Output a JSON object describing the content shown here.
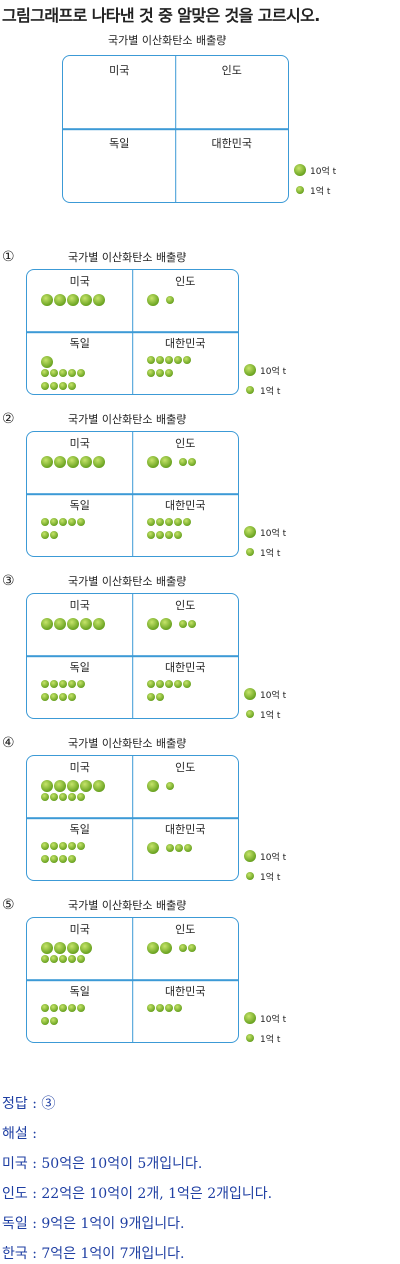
{
  "question": "그림그래프로 나타낸 것 중 알맞은 것을 고르시오.",
  "chart_title": "국가별 이산화탄소 배출량",
  "labels": {
    "usa": "미국",
    "india": "인도",
    "germany": "독일",
    "korea": "대한민국"
  },
  "legend": {
    "big": "10억 t",
    "small": "1억 t"
  },
  "options": [
    {
      "num": "①",
      "usa": [
        5,
        0
      ],
      "india": [
        1,
        1
      ],
      "germany": [
        1,
        9
      ],
      "korea": [
        0,
        8
      ]
    },
    {
      "num": "②",
      "usa": [
        5,
        0
      ],
      "india": [
        2,
        2
      ],
      "germany": [
        0,
        7
      ],
      "korea": [
        0,
        9
      ]
    },
    {
      "num": "③",
      "usa": [
        5,
        0
      ],
      "india": [
        2,
        2
      ],
      "germany": [
        0,
        9
      ],
      "korea": [
        0,
        7
      ]
    },
    {
      "num": "④",
      "usa": [
        5,
        5
      ],
      "india": [
        1,
        1
      ],
      "germany": [
        0,
        9
      ],
      "korea": [
        1,
        3
      ]
    },
    {
      "num": "⑤",
      "usa": [
        4,
        5
      ],
      "india": [
        2,
        2
      ],
      "germany": [
        0,
        7
      ],
      "korea": [
        0,
        4
      ]
    }
  ],
  "answer": {
    "line1": "정답 : ③",
    "line2": "해설 :",
    "line3": "미국 : 50억은 10억이 5개입니다.",
    "line4": "인도 : 22억은 10억이 2개, 1억은 2개입니다.",
    "line5": "독일 : 9억은 1억이 9개입니다.",
    "line6": "한국 : 7억은 1억이 7개입니다."
  },
  "colors": {
    "border": "#3c9ad6",
    "icon": "#6aa321",
    "answer_text": "#1f3fa3"
  }
}
